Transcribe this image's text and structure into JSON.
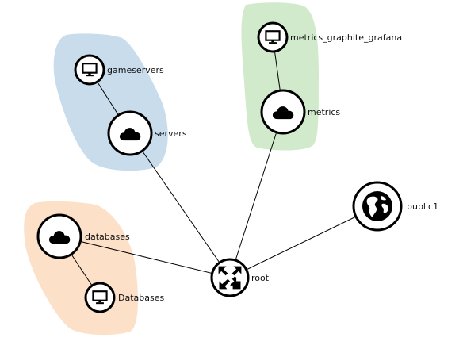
{
  "groups": [
    {
      "id": "servers-group",
      "color": "#c8dcec"
    },
    {
      "id": "metrics-group",
      "color": "#d2eacc"
    },
    {
      "id": "databases-group",
      "color": "#fde0c8"
    }
  ],
  "nodes": {
    "gameservers": {
      "label": "gameservers",
      "icon": "monitor-icon"
    },
    "servers": {
      "label": "servers",
      "icon": "cloud-icon"
    },
    "metrics_graphite_grafana": {
      "label": "metrics_graphite_grafana",
      "icon": "monitor-icon"
    },
    "metrics": {
      "label": "metrics",
      "icon": "cloud-icon"
    },
    "public1": {
      "label": "public1",
      "icon": "globe-icon"
    },
    "databases": {
      "label": "databases",
      "icon": "cloud-icon"
    },
    "Databases": {
      "label": "Databases",
      "icon": "monitor-icon"
    },
    "root": {
      "label": "root",
      "icon": "router-icon"
    }
  },
  "edges": [
    [
      "gameservers",
      "servers"
    ],
    [
      "metrics_graphite_grafana",
      "metrics"
    ],
    [
      "databases",
      "Databases"
    ],
    [
      "servers",
      "root"
    ],
    [
      "metrics",
      "root"
    ],
    [
      "databases",
      "root"
    ],
    [
      "public1",
      "root"
    ]
  ]
}
